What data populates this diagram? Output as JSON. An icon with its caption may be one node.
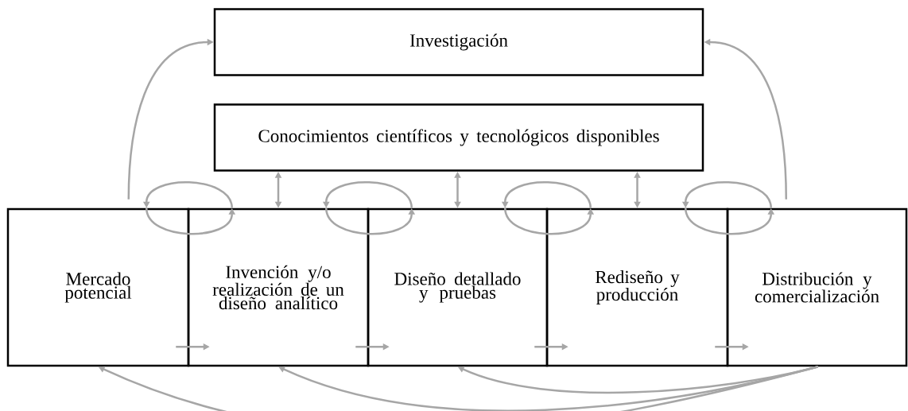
{
  "diagram": {
    "nodes": [
      {
        "text": [
          "Investigación"
        ]
      },
      {
        "text": [
          "Conocimientos científicos y tecnológicos disponibles"
        ]
      },
      {
        "text": [
          "Mercado potencial"
        ]
      },
      {
        "text": [
          "Invención y/o realización de un diseño analítico"
        ]
      },
      {
        "text": [
          "Diseño detallado y pruebas"
        ]
      },
      {
        "text": [
          "Rediseño y producción"
        ]
      },
      {
        "text": [
          "Distribución y comercialización"
        ]
      }
    ],
    "edges": [
      {
        "from": 2,
        "to": 0,
        "arrow": "to"
      },
      {
        "from": 6,
        "to": 0,
        "arrow": "to"
      },
      {
        "from": 1,
        "to": 3,
        "arrow": "both"
      },
      {
        "from": 1,
        "to": 4,
        "arrow": "both"
      },
      {
        "from": 1,
        "to": 5,
        "arrow": "both"
      },
      {
        "from": 3,
        "to": 2,
        "arrow": "to"
      },
      {
        "from": 4,
        "to": 3,
        "arrow": "to"
      },
      {
        "from": 5,
        "to": 4,
        "arrow": "to"
      },
      {
        "from": 6,
        "to": 5,
        "arrow": "to"
      },
      {
        "from": 2,
        "to": 3,
        "arrow": "to"
      },
      {
        "from": 3,
        "to": 4,
        "arrow": "to"
      },
      {
        "from": 4,
        "to": 5,
        "arrow": "to"
      },
      {
        "from": 5,
        "to": 6,
        "arrow": "to"
      },
      {
        "from": 2,
        "to": 3,
        "arrow": "to"
      },
      {
        "from": 3,
        "to": 4,
        "arrow": "to"
      },
      {
        "from": 4,
        "to": 5,
        "arrow": "to"
      },
      {
        "from": 5,
        "to": 6,
        "arrow": "to"
      },
      {
        "from": 6,
        "to": 2,
        "arrow": "to"
      },
      {
        "from": 6,
        "to": 3,
        "arrow": "to"
      },
      {
        "from": 6,
        "to": 4,
        "arrow": "to"
      }
    ]
  }
}
